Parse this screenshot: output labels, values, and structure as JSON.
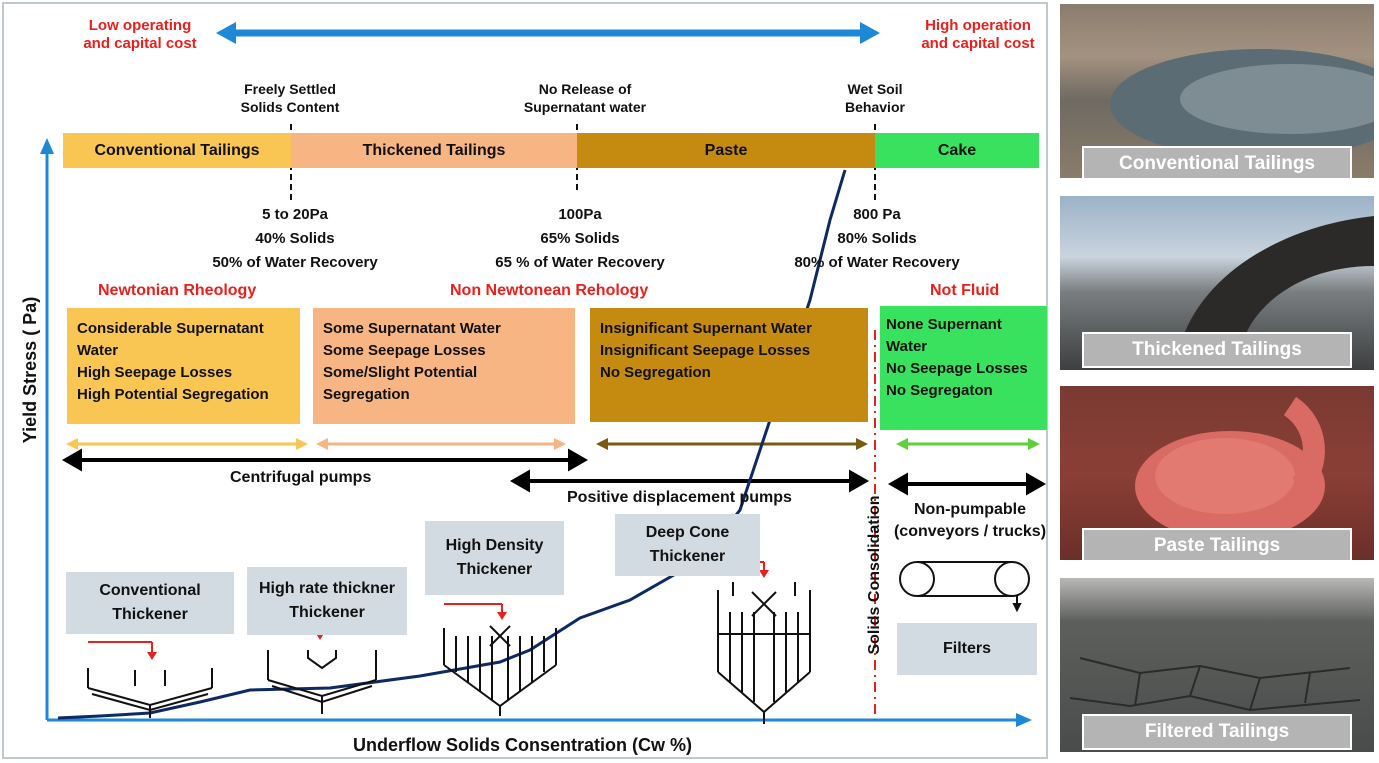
{
  "cost": {
    "low": [
      "Low operating",
      "and capital cost"
    ],
    "high": [
      "High operation",
      "and capital cost"
    ]
  },
  "transitions": {
    "freely_settled": [
      "Freely Settled",
      "Solids Content"
    ],
    "no_release": [
      "No Release of",
      "Supernatant water"
    ],
    "wet_soil": [
      "Wet Soil",
      "Behavior"
    ]
  },
  "bands": [
    {
      "label": "Conventional Tailings",
      "color": "#f9c553"
    },
    {
      "label": "Thickened Tailings",
      "color": "#f8b584"
    },
    {
      "label": "Paste",
      "color": "#c58b11"
    },
    {
      "label": "Cake",
      "color": "#38e25e"
    }
  ],
  "thresholds": [
    {
      "stress": "5 to 20Pa",
      "solids": "40% Solids",
      "recovery": "50% of Water Recovery"
    },
    {
      "stress": "100Pa",
      "solids": "65% Solids",
      "recovery": "65 %  of Water Recovery"
    },
    {
      "stress": "800 Pa",
      "solids": "80% Solids",
      "recovery": "80% of Water Recovery"
    }
  ],
  "rheology": {
    "newtonian": "Newtonian Rheology",
    "non_newtonian": "Non Newtonean Rehology",
    "not_fluid": "Not Fluid"
  },
  "boxes": [
    {
      "lines": [
        "Considerable Supernatant",
        "Water",
        "High Seepage Losses",
        "High Potential Segregation"
      ],
      "color": "#f9c553"
    },
    {
      "lines": [
        "Some Supernatant Water",
        "Some Seepage Losses",
        "Some/Slight Potential Segregation"
      ],
      "color": "#f8b584"
    },
    {
      "lines": [
        "Insignificant Supernant  Water",
        "Insignificant Seepage Losses",
        "No Segregation"
      ],
      "color": "#c58b11"
    },
    {
      "lines": [
        "None Supernant",
        "Water",
        "No Seepage Losses",
        "No Segregaton"
      ],
      "color": "#38e25e"
    }
  ],
  "pumps": {
    "centrifugal": "Centrifugal pumps",
    "positive": "Positive displacement pumps",
    "nonpump": [
      "Non-pumpable",
      "(conveyors / trucks)"
    ]
  },
  "consolidation": "Solids Consolidation",
  "thickeners": {
    "conventional": [
      "Conventional",
      "Thickener"
    ],
    "high_rate": [
      "High rate thickner",
      "Thickener"
    ],
    "high_density": [
      "High Density",
      "Thickener"
    ],
    "deep_cone": [
      "Deep Cone",
      "Thickener"
    ],
    "filters": "Filters"
  },
  "axes": {
    "y": "Yield Stress ( Pa)",
    "x": "Underflow  Solids Consentration (Cw %)"
  },
  "photos": [
    "Conventional Tailings",
    "Thickened Tailings",
    "Paste Tailings",
    "Filtered Tailings"
  ],
  "colors": {
    "axis": "#1e88d8",
    "curve": "#0d2a63",
    "red": "#e8211c",
    "cost_arrow": "#1e88d8"
  }
}
